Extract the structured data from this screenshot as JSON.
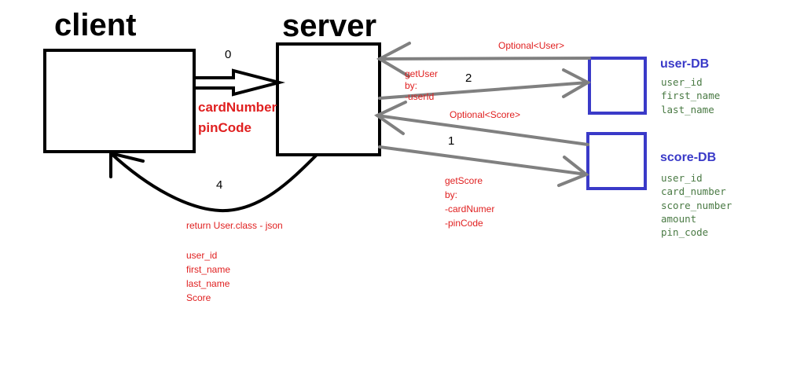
{
  "nodes": {
    "client_label": "client",
    "server_label": "server",
    "user_db_label": "user-DB",
    "score_db_label": "score-DB"
  },
  "user_db_fields": [
    "user_id",
    "first_name",
    "last_name"
  ],
  "score_db_fields": [
    "user_id",
    "card_number",
    "score_number",
    "amount",
    "pin_code"
  ],
  "edges": {
    "client_to_server": {
      "step": "0",
      "params": [
        "cardNumber",
        "pinCode"
      ]
    },
    "server_to_score_db": {
      "step": "1",
      "label": [
        "getScore",
        "by:",
        "-cardNumer",
        "-pinCode"
      ]
    },
    "score_db_to_server": {
      "label": "Optional<Score>"
    },
    "server_to_user_db": {
      "step": "2",
      "label": [
        "getUser",
        "by:",
        "-userId"
      ]
    },
    "user_db_to_server": {
      "label": "Optional<User>"
    },
    "server_to_client": {
      "step": "4",
      "label": "return User.class - json",
      "fields": [
        "user_id",
        "first_name",
        "last_name",
        "Score"
      ]
    }
  },
  "colors": {
    "box": "#000000",
    "db_box": "#3a3ac8",
    "arrow": "#808080",
    "annotation": "#e02020",
    "db_field": "#4a7a44"
  }
}
